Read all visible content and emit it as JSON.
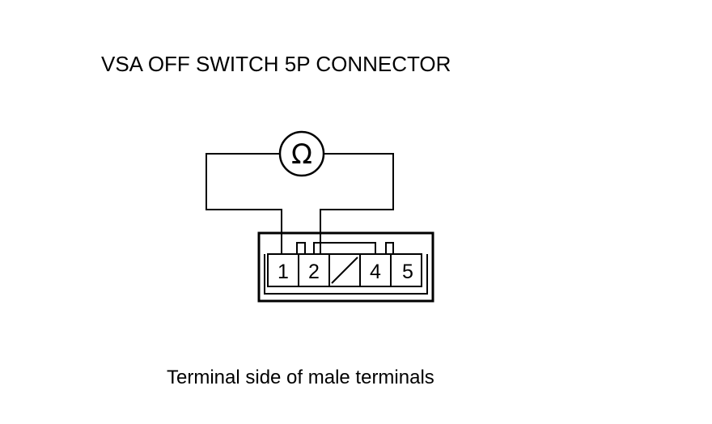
{
  "title": "VSA OFF SWITCH 5P CONNECTOR",
  "caption": "Terminal side of male terminals",
  "meter": {
    "symbol": "Ω",
    "icon": "ohmmeter-icon"
  },
  "connector": {
    "terminals": [
      {
        "label": "1",
        "probed": true
      },
      {
        "label": "2",
        "probed": true
      },
      {
        "label": "",
        "blank": true
      },
      {
        "label": "4",
        "probed": false
      },
      {
        "label": "5",
        "probed": false
      }
    ]
  },
  "colors": {
    "line": "#000000",
    "background": "#ffffff"
  }
}
